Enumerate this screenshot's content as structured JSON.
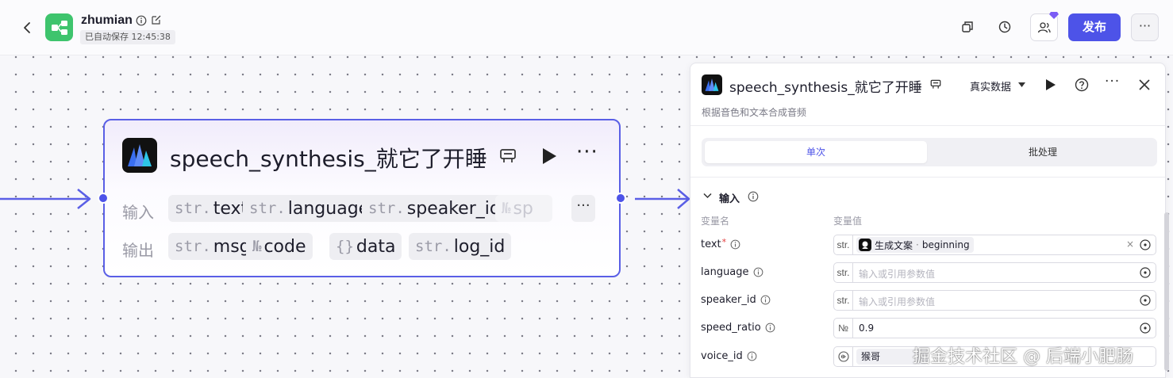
{
  "header": {
    "app_name": "zhumian",
    "autosave_text": "已自动保存 12:45:38",
    "publish_label": "发布",
    "more_label": "···",
    "accent_color": "#4d53e8",
    "logo_color": "#3ec46d"
  },
  "node": {
    "title": "speech_synthesis_就它了开睡",
    "more_label": "···",
    "input_label": "输入",
    "output_label": "输出",
    "inputs": [
      {
        "type": "str.",
        "name": "text"
      },
      {
        "type": "str.",
        "name": "language"
      },
      {
        "type": "str.",
        "name": "speaker_id"
      },
      {
        "type": "№",
        "name": "sp"
      }
    ],
    "outputs": [
      {
        "type": "str.",
        "name": "msg"
      },
      {
        "type": "№",
        "name": "code"
      },
      {
        "type": "{}",
        "name": "data"
      },
      {
        "type": "str.",
        "name": "log_id"
      }
    ],
    "row_more_label": "···"
  },
  "panel": {
    "title": "speech_synthesis_就它了开睡",
    "data_source": "真实数据",
    "description": "根据音色和文本合成音频",
    "more_label": "···",
    "tabs": [
      {
        "label": "单次",
        "active": true
      },
      {
        "label": "批处理",
        "active": false
      }
    ],
    "section_title": "输入",
    "col_name": "变量名",
    "col_value": "变量值",
    "fields": [
      {
        "name": "text",
        "required": "*",
        "type": "str.",
        "ref_node": "生成文案",
        "ref_sep": "·",
        "ref_var": "beginning",
        "clear": "×"
      },
      {
        "name": "language",
        "type": "str.",
        "placeholder": "输入或引用参数值"
      },
      {
        "name": "speaker_id",
        "type": "str.",
        "placeholder": "输入或引用参数值"
      },
      {
        "name": "speed_ratio",
        "type": "№",
        "value": "0.9"
      },
      {
        "name": "voice_id",
        "type": "",
        "value": "猴哥"
      }
    ]
  },
  "watermark": "掘金技术社区 @ 后端小肥肠"
}
